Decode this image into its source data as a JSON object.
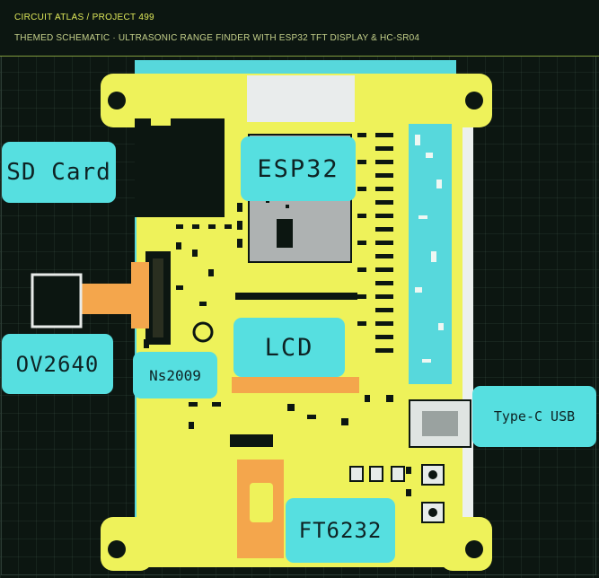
{
  "header": {
    "breadcrumb": "CIRCUIT ATLAS / PROJECT 499",
    "subtitle": "THEMED SCHEMATIC · ULTRASONIC RANGE FINDER WITH ESP32 TFT DISPLAY & HC-SR04"
  },
  "labels": {
    "sd_card": "SD Card",
    "esp32": "ESP32",
    "ov2640": "OV2640",
    "lcd": "LCD",
    "ns2009": "Ns2009",
    "type_c_usb": "Type-C USB",
    "ft6232": "FT6232"
  },
  "colors": {
    "board": "#eef25a",
    "label_fill": "#56dfe0",
    "flex_cable": "#f4a64c",
    "display_panel": "#57d8dc",
    "background": "#0c1611"
  },
  "icons": {
    "antenna": "esp32-antenna-icon",
    "mount_hole": "mount-hole-icon",
    "usb": "usb-port-icon"
  }
}
